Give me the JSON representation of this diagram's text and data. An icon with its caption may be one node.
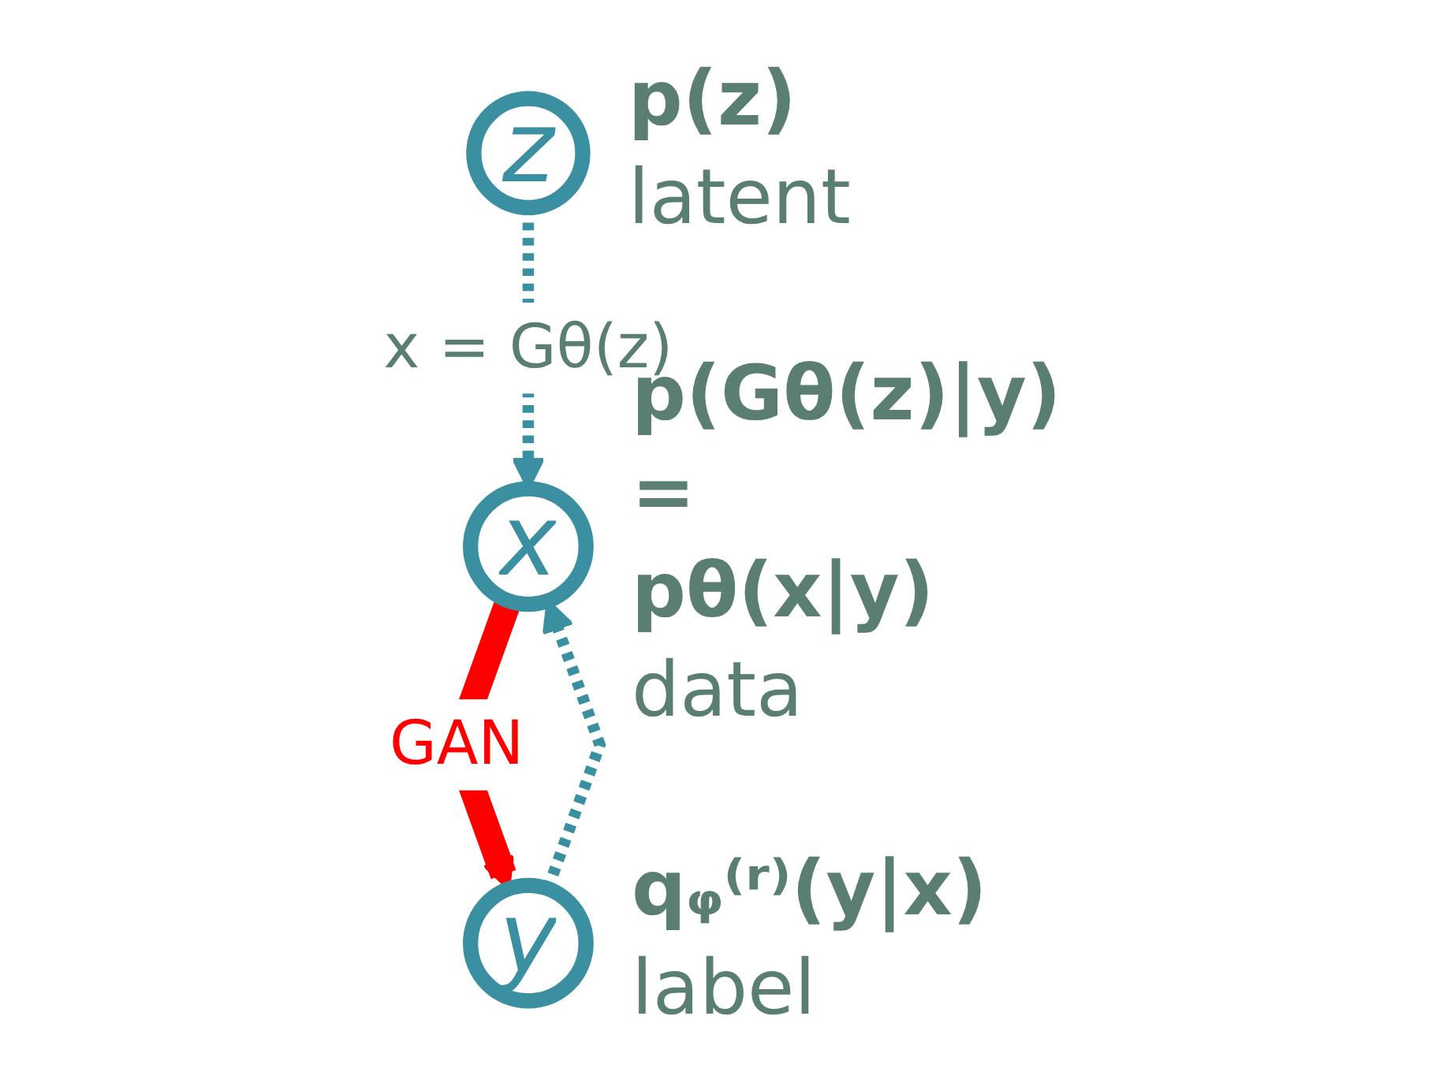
{
  "diagram": {
    "nodes": [
      {
        "text": [
          "z"
        ],
        "beside": [
          "p(z)",
          "latent"
        ]
      },
      {
        "text": [
          "y"
        ],
        "beside": [
          "qᵩ⁽ʳ⁾(y|x)",
          "label"
        ]
      },
      {
        "text": [
          "x"
        ],
        "beside": [
          "p(Gθ(z)|y)",
          "=",
          "pθ(x|y)",
          "data"
        ]
      }
    ],
    "edges": [
      {
        "from": 0,
        "to": 2,
        "arrow": "to",
        "style": "dashed",
        "label": "x = Gθ(z)"
      },
      {
        "from": 2,
        "to": 1,
        "arrow": "to",
        "style": "thick",
        "color": "#ff0000",
        "label": "GAN"
      },
      {
        "from": 1,
        "to": 2,
        "arrow": "to",
        "style": "dashed"
      }
    ]
  }
}
